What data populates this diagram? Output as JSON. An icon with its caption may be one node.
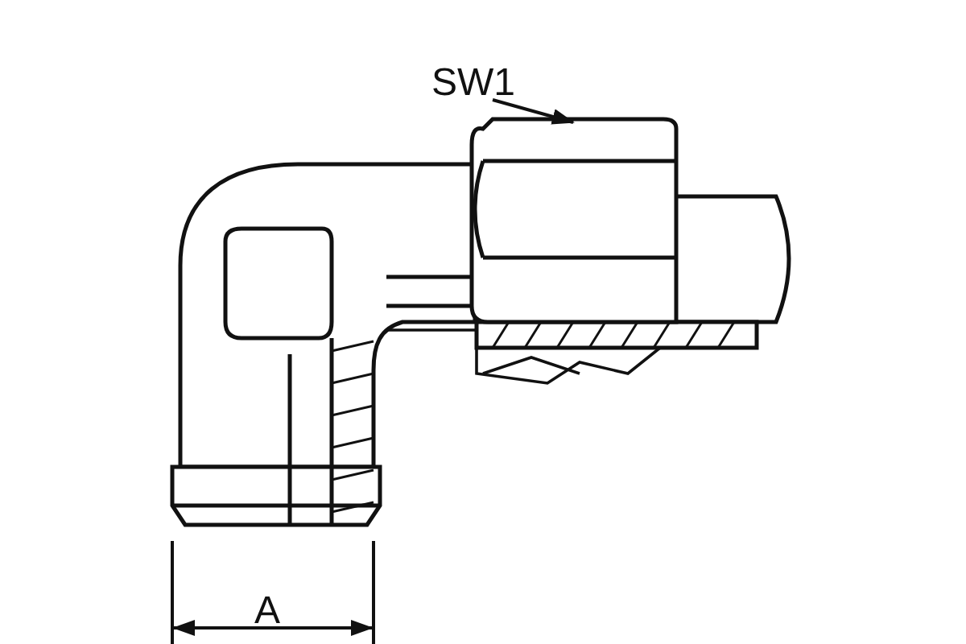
{
  "diagram": {
    "nodes": [
      {
        "text": [
          "SW1"
        ]
      },
      {
        "text": [],
        "shape": "picture"
      }
    ],
    "edges": [
      {
        "from": 0,
        "to": 1,
        "arrow": "to"
      }
    ],
    "labels": [
      "A"
    ]
  }
}
